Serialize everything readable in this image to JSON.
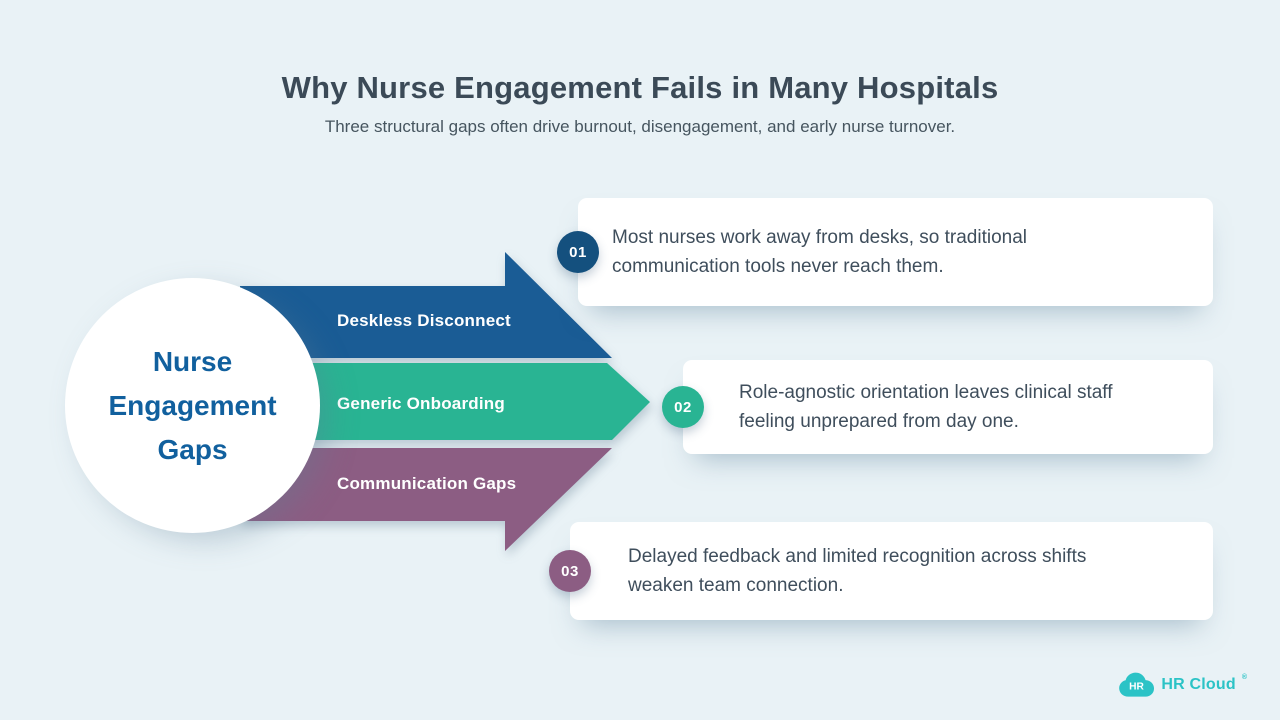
{
  "page": {
    "background_color": "#e9f2f6"
  },
  "header": {
    "title": "Why Nurse Engagement Fails in Many Hospitals",
    "subtitle": "Three structural gaps often drive burnout, disengagement, and early nurse turnover."
  },
  "hub": {
    "label": "Nurse Engagement Gaps",
    "label_color": "#11609e"
  },
  "funnel": {
    "arrows": [
      {
        "label": "Deskless Disconnect",
        "color": "#1a5c95"
      },
      {
        "label": "Generic Onboarding",
        "color": "#29b493"
      },
      {
        "label": "Communication Gaps",
        "color": "#8c5d83"
      }
    ]
  },
  "cards": [
    {
      "number": "01",
      "badge_color": "#14507e",
      "text": "Most nurses work away from desks, so traditional\ncommunication tools never reach them."
    },
    {
      "number": "02",
      "badge_color": "#29b493",
      "text": "Role-agnostic orientation leaves clinical staff\nfeeling unprepared from day one."
    },
    {
      "number": "03",
      "badge_color": "#8c5d83",
      "text": "Delayed feedback and limited recognition across shifts\nweaken team connection."
    }
  ],
  "logo": {
    "icon": "hr-cloud-badge-icon",
    "badge_text": "HR",
    "name": "HR Cloud",
    "mark": "®",
    "color": "#2bc3c6"
  }
}
